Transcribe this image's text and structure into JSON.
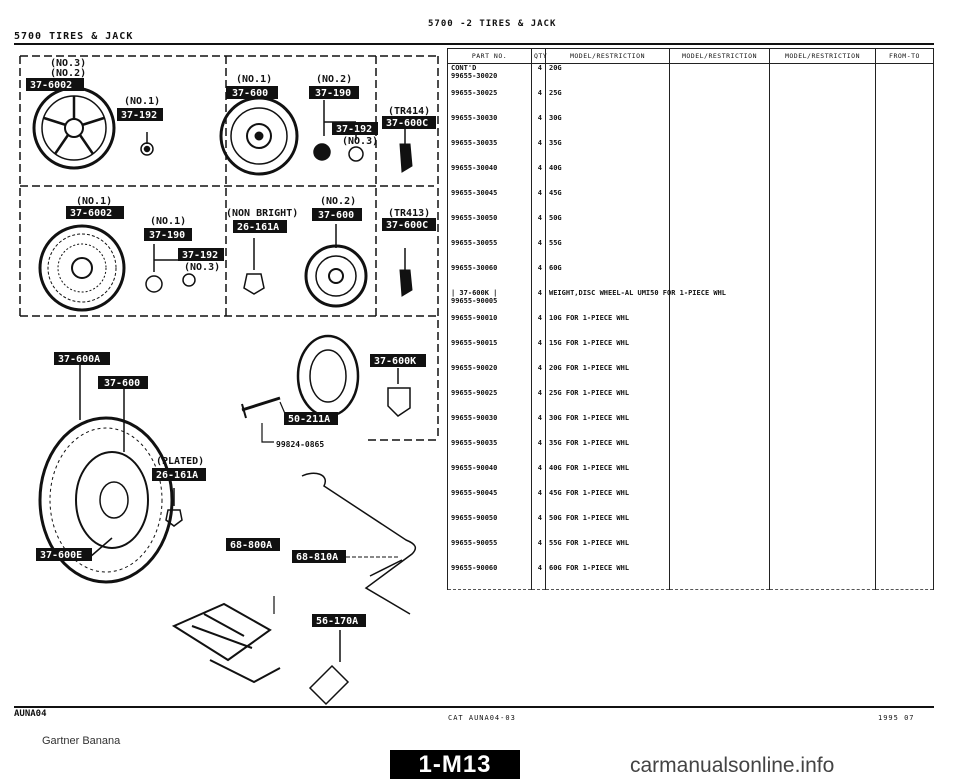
{
  "header": {
    "left_title": "5700   TIRES & JACK",
    "center_title": "5700  -2   TIRES & JACK"
  },
  "diagram": {
    "callouts": [
      {
        "id": "no3_a",
        "text": "(NO.3)"
      },
      {
        "id": "no2_a",
        "text": "(NO.2)"
      },
      {
        "id": "b_37_6002_a",
        "text": "37-6002"
      },
      {
        "id": "no1_a",
        "text": "(NO.1)"
      },
      {
        "id": "b_37_192_a",
        "text": "37-192"
      },
      {
        "id": "no1_b",
        "text": "(NO.1)"
      },
      {
        "id": "b_37_600_a",
        "text": "37-600"
      },
      {
        "id": "no2_b",
        "text": "(NO.2)"
      },
      {
        "id": "b_37_190_a",
        "text": "37-190"
      },
      {
        "id": "b_37_192_b",
        "text": "37-192"
      },
      {
        "id": "no3_b",
        "text": "(NO.3)"
      },
      {
        "id": "tr414",
        "text": "(TR414)"
      },
      {
        "id": "b_37_600c_a",
        "text": "37-600C"
      },
      {
        "id": "no1_c",
        "text": "(NO.1)"
      },
      {
        "id": "b_37_6002_b",
        "text": "37-6002"
      },
      {
        "id": "no1_d",
        "text": "(NO.1)"
      },
      {
        "id": "b_37_190_b",
        "text": "37-190"
      },
      {
        "id": "b_37_192_c",
        "text": "37-192"
      },
      {
        "id": "no3_c",
        "text": "(NO.3)"
      },
      {
        "id": "non_bright",
        "text": "(NON BRIGHT)"
      },
      {
        "id": "b_26_161a_a",
        "text": "26-161A"
      },
      {
        "id": "no2_c",
        "text": "(NO.2)"
      },
      {
        "id": "b_37_600_b",
        "text": "37-600"
      },
      {
        "id": "tr413",
        "text": "(TR413)"
      },
      {
        "id": "b_37_600c_b",
        "text": "37-600C"
      },
      {
        "id": "b_37_600a",
        "text": "37-600A"
      },
      {
        "id": "b_37_600_c",
        "text": "37-600"
      },
      {
        "id": "b_37_600k",
        "text": "37-600K"
      },
      {
        "id": "b_50_211a",
        "text": "50-211A"
      },
      {
        "id": "bolt_pn",
        "text": "99824-0865"
      },
      {
        "id": "plated",
        "text": "(PLATED)"
      },
      {
        "id": "b_26_161a_b",
        "text": "26-161A"
      },
      {
        "id": "b_37_600e",
        "text": "37-600E"
      },
      {
        "id": "b_68_800a",
        "text": "68-800A"
      },
      {
        "id": "b_68_810a",
        "text": "68-810A"
      },
      {
        "id": "b_56_170a",
        "text": "56-170A"
      }
    ]
  },
  "table": {
    "columns": [
      "PART NO.",
      "QTY",
      "MODEL/RESTRICTION",
      "MODEL/RESTRICTION",
      "MODEL/RESTRICTION",
      "FROM-TO"
    ],
    "rows": [
      {
        "pn": "99655-30020",
        "pre": "CONT'D",
        "qty": "4",
        "desc": "20G"
      },
      {
        "pn": "99655-30025",
        "qty": "4",
        "desc": "25G"
      },
      {
        "pn": "99655-30030",
        "qty": "4",
        "desc": "30G"
      },
      {
        "pn": "99655-30035",
        "qty": "4",
        "desc": "35G"
      },
      {
        "pn": "99655-30040",
        "qty": "4",
        "desc": "40G"
      },
      {
        "pn": "99655-30045",
        "qty": "4",
        "desc": "45G"
      },
      {
        "pn": "99655-30050",
        "qty": "4",
        "desc": "50G"
      },
      {
        "pn": "99655-30055",
        "qty": "4",
        "desc": "55G"
      },
      {
        "pn": "99655-30060",
        "qty": "4",
        "desc": "60G"
      },
      {
        "pn": "99655-90005",
        "pre": "| 37-600K |",
        "qty": "4",
        "desc": "50 FOR 1-PIECE WHL",
        "desc_pre": "WEIGHT,DISC WHEEL-AL UMI"
      },
      {
        "pn": "99655-90010",
        "qty": "4",
        "desc": "10G FOR 1-PIECE WHL"
      },
      {
        "pn": "99655-90015",
        "qty": "4",
        "desc": "15G FOR 1-PIECE WHL"
      },
      {
        "pn": "99655-90020",
        "qty": "4",
        "desc": "20G FOR 1-PIECE WHL"
      },
      {
        "pn": "99655-90025",
        "qty": "4",
        "desc": "25G FOR 1-PIECE WHL"
      },
      {
        "pn": "99655-90030",
        "qty": "4",
        "desc": "30G FOR 1-PIECE WHL"
      },
      {
        "pn": "99655-90035",
        "qty": "4",
        "desc": "35G FOR 1-PIECE WHL"
      },
      {
        "pn": "99655-90040",
        "qty": "4",
        "desc": "40G FOR 1-PIECE WHL"
      },
      {
        "pn": "99655-90045",
        "qty": "4",
        "desc": "45G FOR 1-PIECE WHL"
      },
      {
        "pn": "99655-90050",
        "qty": "4",
        "desc": "50G FOR 1-PIECE WHL"
      },
      {
        "pn": "99655-90055",
        "qty": "4",
        "desc": "55G FOR 1-PIECE WHL"
      },
      {
        "pn": "99655-90060",
        "qty": "4",
        "desc": "60G FOR 1-PIECE WHL"
      }
    ]
  },
  "footer": {
    "left": "AUNA04",
    "center": "CAT  AUNA04-03",
    "right": "1995 07",
    "credit": "Gartner Banana",
    "page": "1-M13",
    "watermark": "carmanualsonline.info"
  }
}
